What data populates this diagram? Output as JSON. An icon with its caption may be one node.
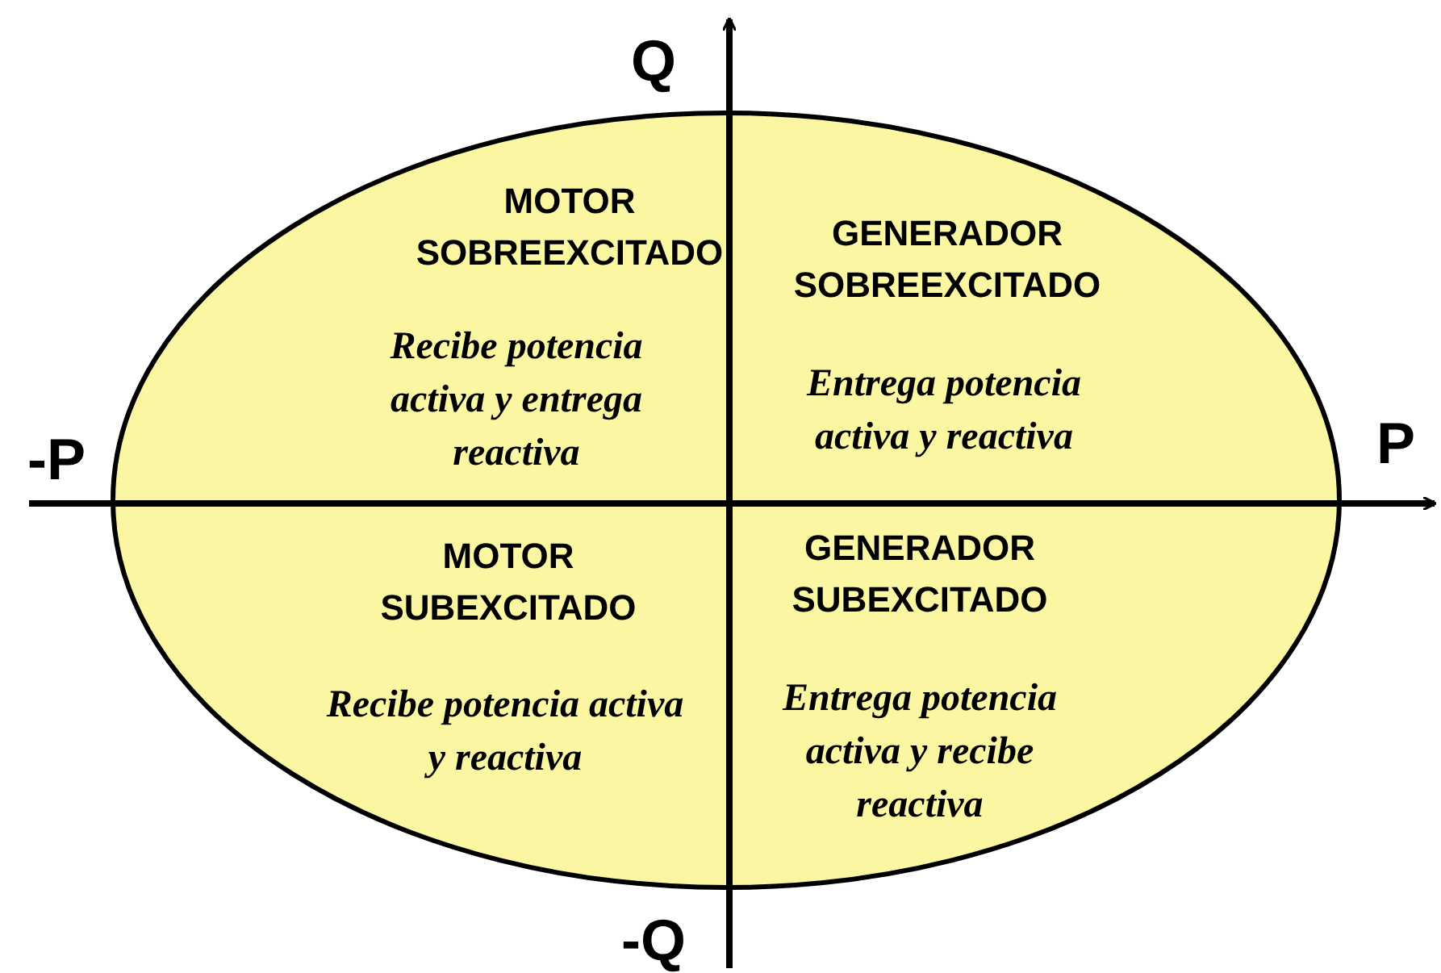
{
  "diagram": {
    "labels": [
      "Q",
      "MOTOR SOBREEXCITADO",
      "GENERADOR SOBREEXCITADO",
      "Recibe potencia activa y entrega reactiva",
      "Entrega potencia activa y reactiva",
      "-P",
      "P",
      "MOTOR SUBEXCITADO",
      "GENERADOR SUBEXCITADO",
      "Recibe potencia activa y reactiva",
      "Entrega potencia activa y recibe reactiva",
      "-Q"
    ]
  }
}
